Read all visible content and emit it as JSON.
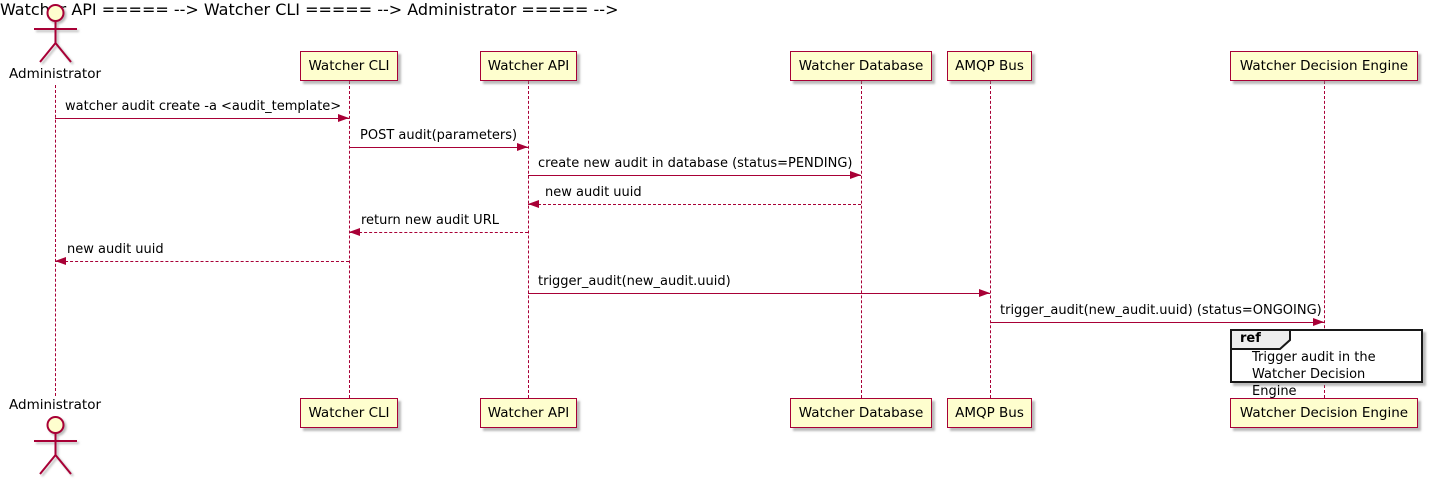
{
  "diagram": {
    "kind": "uml-sequence-diagram",
    "colors": {
      "participant_fill": "#FEFECE",
      "participant_border": "#A80036",
      "arrow": "#A80036",
      "lifeline": "#A80036",
      "text": "#000000",
      "ref_border": "#181818",
      "ref_fill": "#FFFFFF",
      "ref_tab_fill": "#EEEEEE"
    }
  },
  "actor": {
    "name": "Administrator"
  },
  "participants": [
    {
      "label": "Watcher CLI"
    },
    {
      "label": "Watcher API"
    },
    {
      "label": "Watcher Database"
    },
    {
      "label": "AMQP Bus"
    },
    {
      "label": "Watcher Decision Engine"
    }
  ],
  "messages": [
    {
      "from": "Administrator",
      "to": "Watcher CLI",
      "style": "solid",
      "text": "watcher audit create -a <audit_template>"
    },
    {
      "from": "Watcher CLI",
      "to": "Watcher API",
      "style": "solid",
      "text": "POST audit(parameters)"
    },
    {
      "from": "Watcher API",
      "to": "Watcher Database",
      "style": "solid",
      "text": "create new audit in database (status=PENDING)"
    },
    {
      "from": "Watcher Database",
      "to": "Watcher API",
      "style": "dashed",
      "text": "new audit uuid"
    },
    {
      "from": "Watcher API",
      "to": "Watcher CLI",
      "style": "dashed",
      "text": "return new audit URL"
    },
    {
      "from": "Watcher CLI",
      "to": "Administrator",
      "style": "dashed",
      "text": "new audit uuid"
    },
    {
      "from": "Watcher API",
      "to": "AMQP Bus",
      "style": "solid",
      "text": "trigger_audit(new_audit.uuid)"
    },
    {
      "from": "AMQP Bus",
      "to": "Watcher Decision Engine",
      "style": "solid",
      "text": "trigger_audit(new_audit.uuid) (status=ONGOING)"
    }
  ],
  "ref": {
    "tab_label": "ref",
    "text": "Trigger audit in the\nWatcher Decision Engine"
  }
}
